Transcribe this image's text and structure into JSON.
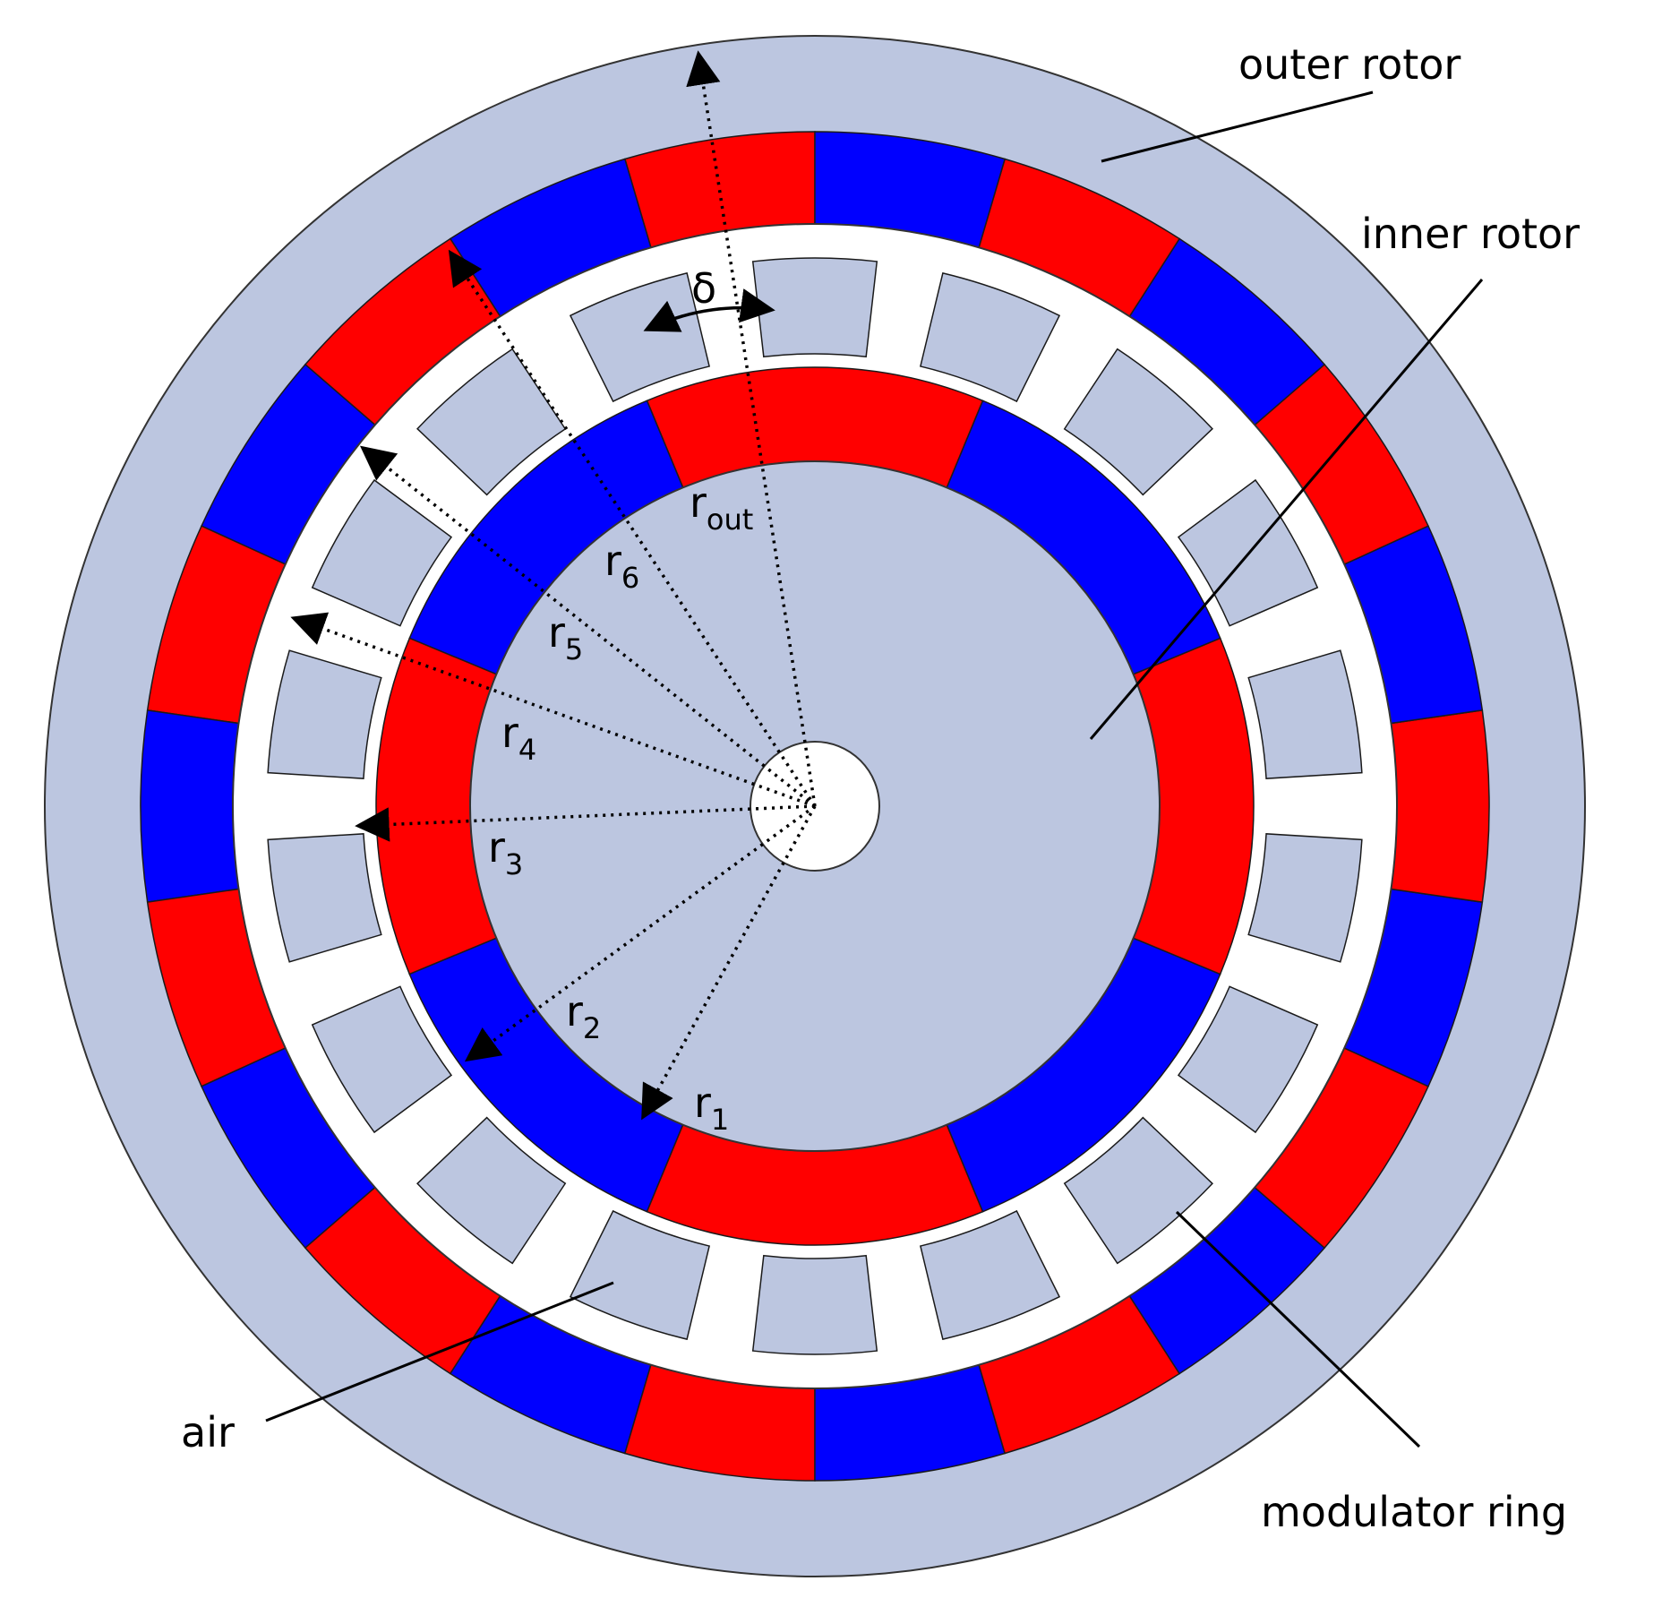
{
  "labels": {
    "outer_rotor": "outer rotor",
    "inner_rotor": "inner rotor",
    "modulator_ring": "modulator ring",
    "air": "air"
  },
  "radii": [
    {
      "base": "r",
      "sub": "1"
    },
    {
      "base": "r",
      "sub": "2"
    },
    {
      "base": "r",
      "sub": "3"
    },
    {
      "base": "r",
      "sub": "4"
    },
    {
      "base": "r",
      "sub": "5"
    },
    {
      "base": "r",
      "sub": "6"
    },
    {
      "base": "r",
      "sub": "out"
    }
  ],
  "delta_symbol": "δ",
  "colors": {
    "iron": "#bcc6e0",
    "magnet_north": "#ff0000",
    "magnet_south": "#0000ff",
    "air": "#ffffff",
    "outline": "#1a1a1a"
  },
  "design": {
    "inner_rotor_magnets": 8,
    "modulator_pieces": 18,
    "outer_rotor_magnets": 22
  }
}
